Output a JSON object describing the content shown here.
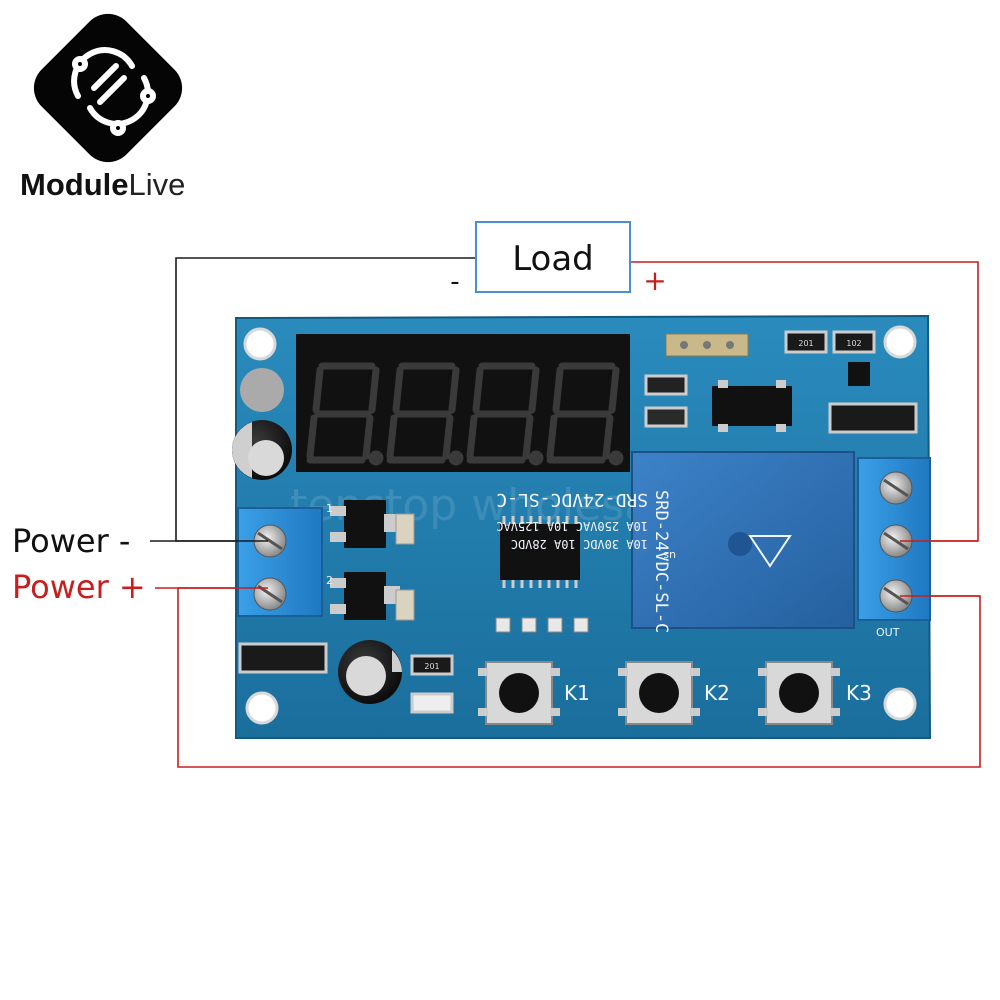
{
  "logo": {
    "brand_bold": "Module",
    "brand_light": "Live"
  },
  "diagram": {
    "load_label": "Load",
    "load_minus": "-",
    "load_plus": "+",
    "power_minus": "Power -",
    "power_plus": "Power +"
  },
  "board": {
    "relay_model": "SRD-24VDC-SL-C",
    "relay_rating_1": "10A 250VAC 10A 125VAC",
    "relay_rating_2": "10A 30VDC 10A 28VDC",
    "relay_mark": "us",
    "buttons": [
      "K1",
      "K2",
      "K3"
    ],
    "out_label": "OUT",
    "smd_201": "201",
    "smd_102": "102",
    "smd_201b": "201",
    "pin_1": "1",
    "pin_2": "2",
    "watermark": "tenstop wholesale"
  },
  "colors": {
    "pcb": "#1f7fb0",
    "wire_black": "#1a1a1a",
    "wire_red": "#c81e1e",
    "terminal_blue": "#2d8fd8",
    "relay_blue": "#2f6fb8"
  }
}
